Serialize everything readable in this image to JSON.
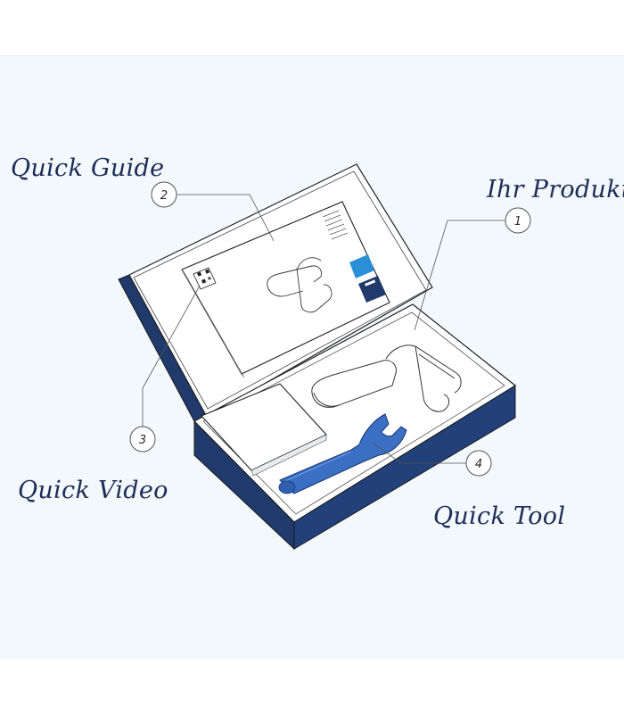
{
  "labels": {
    "quick_guide": "Quick Guide",
    "ihr_produkt": "Ihr Produkt",
    "quick_video": "Quick Video",
    "quick_tool": "Quick Tool"
  },
  "callouts": {
    "c1": "1",
    "c2": "2",
    "c3": "3",
    "c4": "4"
  },
  "colors": {
    "box_navy": "#1f3a6b",
    "tool_blue": "#3b6fc4",
    "label_navy": "#1c2d57",
    "background": "#f2f8fc"
  }
}
